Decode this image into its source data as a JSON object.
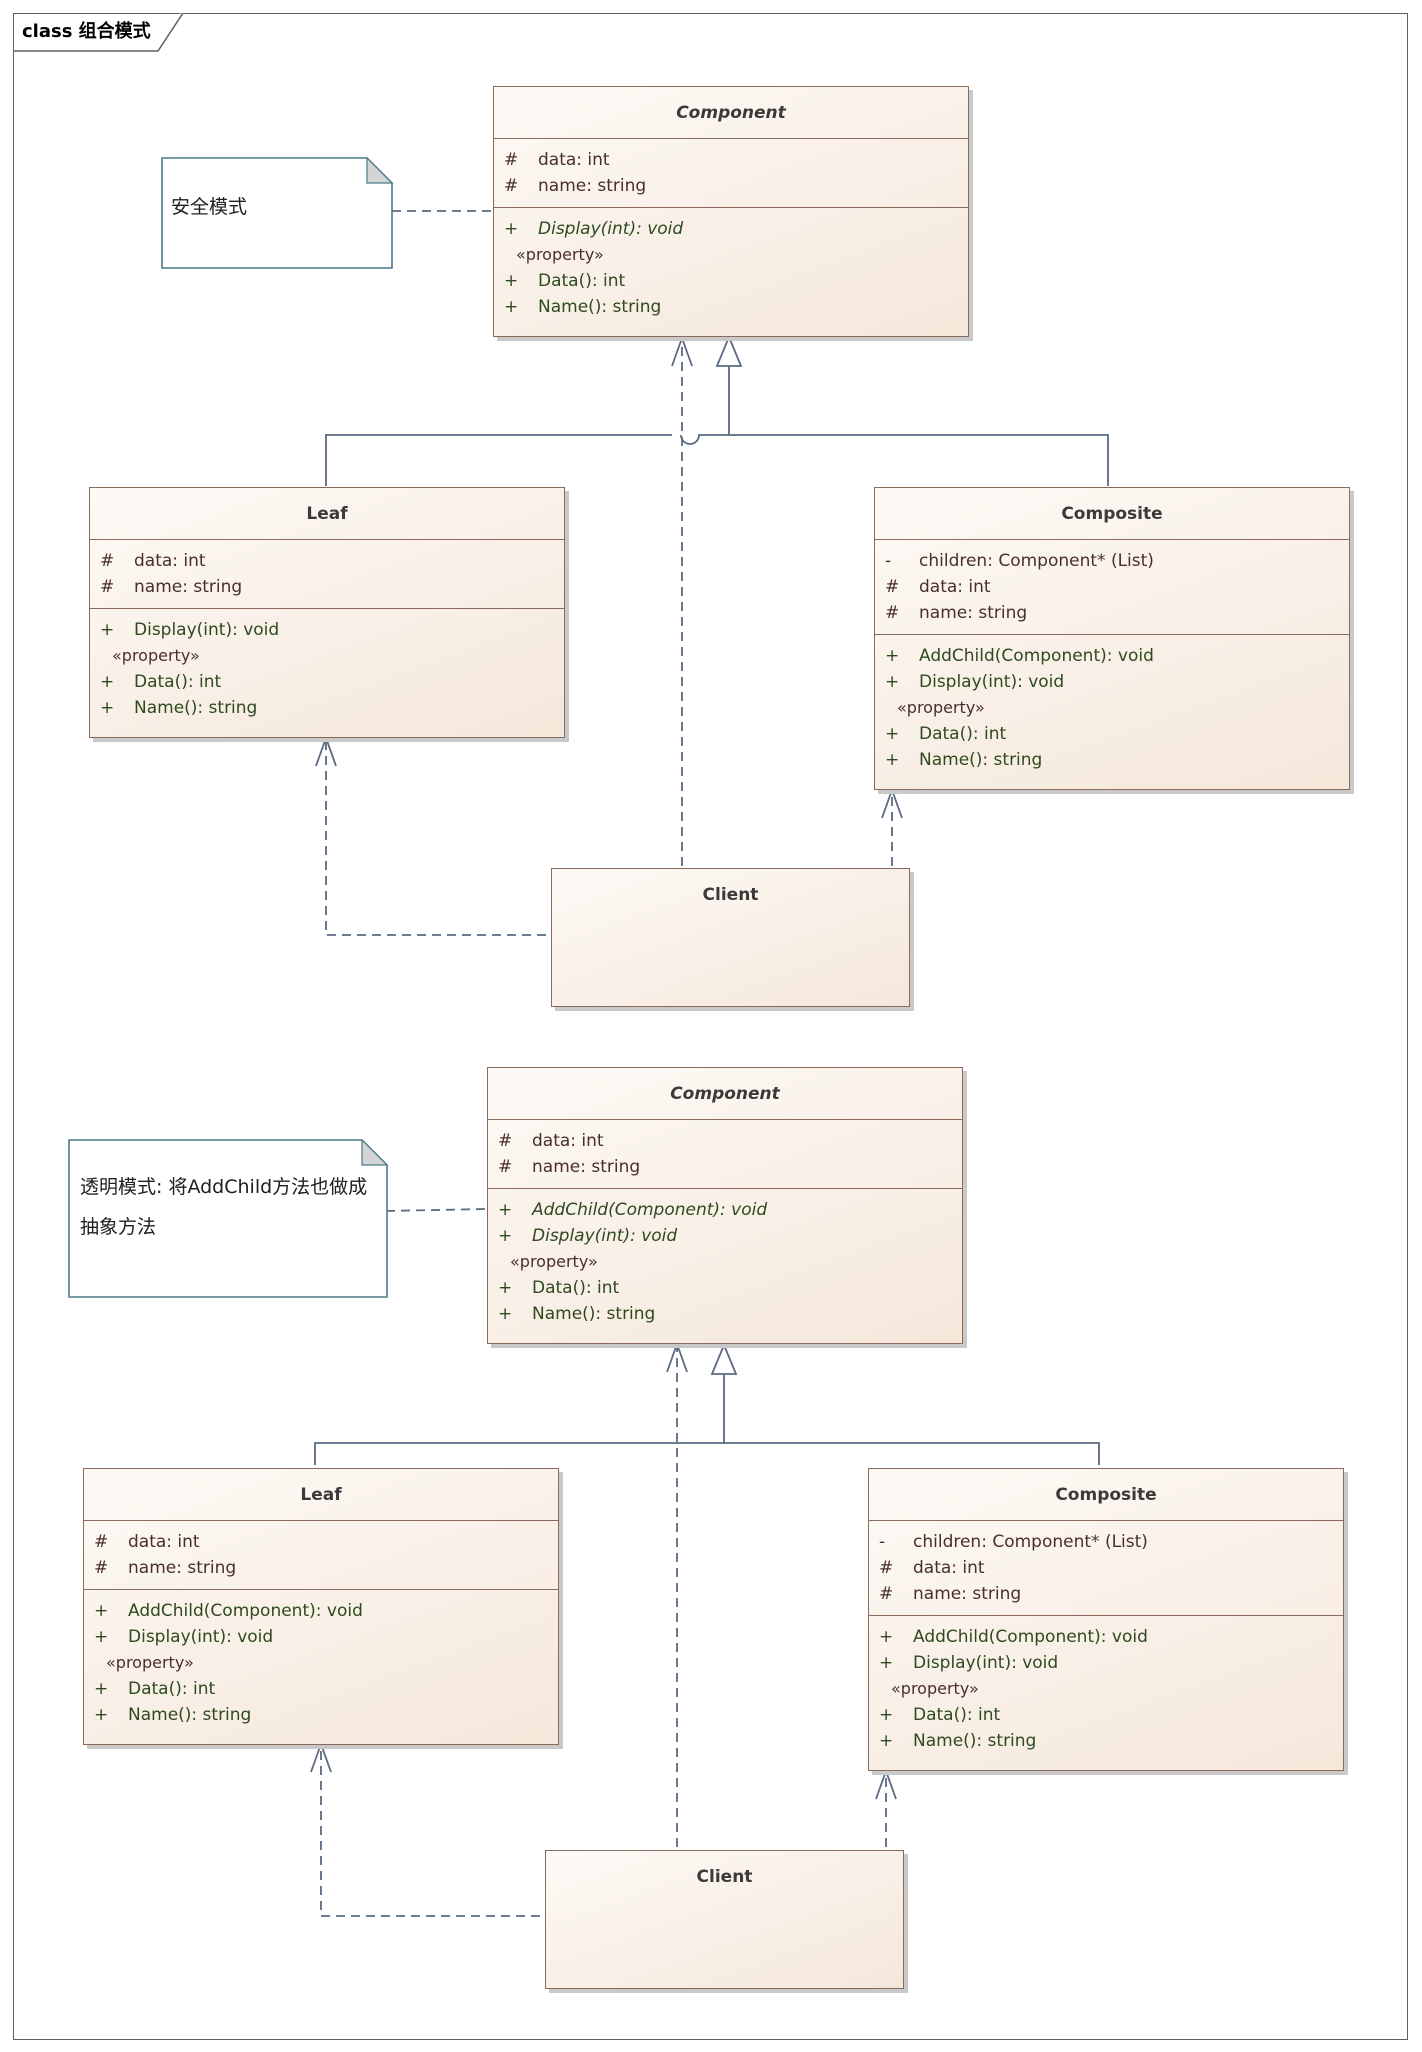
{
  "frame": {
    "label": "class 组合模式"
  },
  "diagrams": [
    {
      "note": {
        "text": "安全模式"
      },
      "component": {
        "name": "Component",
        "attributes": [
          {
            "vis": "#",
            "text": "data: int"
          },
          {
            "vis": "#",
            "text": "name: string"
          }
        ],
        "operations": [
          {
            "vis": "+",
            "text": "Display(int): void",
            "italic": true
          }
        ],
        "stereotype": "«property»",
        "properties": [
          {
            "vis": "+",
            "text": "Data(): int"
          },
          {
            "vis": "+",
            "text": "Name(): string"
          }
        ]
      },
      "leaf": {
        "name": "Leaf",
        "attributes": [
          {
            "vis": "#",
            "text": "data: int"
          },
          {
            "vis": "#",
            "text": "name: string"
          }
        ],
        "operations": [
          {
            "vis": "+",
            "text": "Display(int): void"
          }
        ],
        "stereotype": "«property»",
        "properties": [
          {
            "vis": "+",
            "text": "Data(): int"
          },
          {
            "vis": "+",
            "text": "Name(): string"
          }
        ]
      },
      "composite": {
        "name": "Composite",
        "attributes": [
          {
            "vis": "-",
            "text": "children: Component* (List)"
          },
          {
            "vis": "#",
            "text": "data: int"
          },
          {
            "vis": "#",
            "text": "name: string"
          }
        ],
        "operations": [
          {
            "vis": "+",
            "text": "AddChild(Component): void"
          },
          {
            "vis": "+",
            "text": "Display(int): void"
          }
        ],
        "stereotype": "«property»",
        "properties": [
          {
            "vis": "+",
            "text": "Data(): int"
          },
          {
            "vis": "+",
            "text": "Name(): string"
          }
        ]
      },
      "client": {
        "name": "Client"
      }
    },
    {
      "note": {
        "text": "透明模式: 将AddChild方法也做成抽象方法"
      },
      "component": {
        "name": "Component",
        "attributes": [
          {
            "vis": "#",
            "text": "data: int"
          },
          {
            "vis": "#",
            "text": "name: string"
          }
        ],
        "operations": [
          {
            "vis": "+",
            "text": "AddChild(Component): void",
            "italic": true
          },
          {
            "vis": "+",
            "text": "Display(int): void",
            "italic": true
          }
        ],
        "stereotype": "«property»",
        "properties": [
          {
            "vis": "+",
            "text": "Data(): int"
          },
          {
            "vis": "+",
            "text": "Name(): string"
          }
        ]
      },
      "leaf": {
        "name": "Leaf",
        "attributes": [
          {
            "vis": "#",
            "text": "data: int"
          },
          {
            "vis": "#",
            "text": "name: string"
          }
        ],
        "operations": [
          {
            "vis": "+",
            "text": "AddChild(Component): void"
          },
          {
            "vis": "+",
            "text": "Display(int): void"
          }
        ],
        "stereotype": "«property»",
        "properties": [
          {
            "vis": "+",
            "text": "Data(): int"
          },
          {
            "vis": "+",
            "text": "Name(): string"
          }
        ]
      },
      "composite": {
        "name": "Composite",
        "attributes": [
          {
            "vis": "-",
            "text": "children: Component* (List)"
          },
          {
            "vis": "#",
            "text": "data: int"
          },
          {
            "vis": "#",
            "text": "name: string"
          }
        ],
        "operations": [
          {
            "vis": "+",
            "text": "AddChild(Component): void"
          },
          {
            "vis": "+",
            "text": "Display(int): void"
          }
        ],
        "stereotype": "«property»",
        "properties": [
          {
            "vis": "+",
            "text": "Data(): int"
          },
          {
            "vis": "+",
            "text": "Name(): string"
          }
        ]
      },
      "client": {
        "name": "Client"
      }
    }
  ]
}
